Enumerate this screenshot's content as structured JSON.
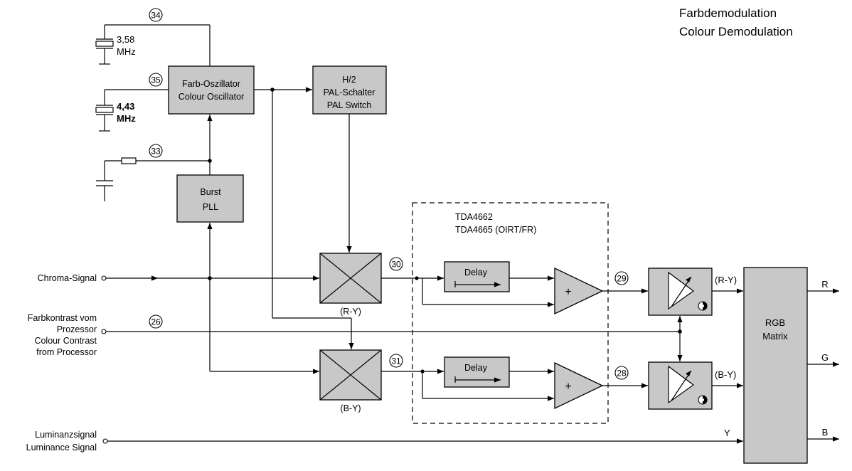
{
  "title": {
    "line1": "Farbdemodulation",
    "line2": "Colour Demodulation"
  },
  "blocks": {
    "oscillator": {
      "line1": "Farb-Oszillator",
      "line2": "Colour Oscillator"
    },
    "pal": {
      "line1": "H/2",
      "line2": "PAL-Schalter",
      "line3": "PAL Switch"
    },
    "burst": {
      "line1": "Burst",
      "line2": "PLL"
    },
    "delay_top": "Delay",
    "delay_bottom": "Delay",
    "adder_top": "+",
    "adder_bottom": "+",
    "matrix": {
      "line1": "RGB",
      "line2": "Matrix"
    }
  },
  "chip": {
    "line1": "TDA4662",
    "line2": "TDA4665 (OIRT/FR)"
  },
  "pins": {
    "p34": "34",
    "p35": "35",
    "p33": "33",
    "p30": "30",
    "p31": "31",
    "p29": "29",
    "p28": "28",
    "p26": "26"
  },
  "crystals": {
    "x1": {
      "freq": "3,58",
      "unit": "MHz"
    },
    "x2": {
      "freq": "4,43",
      "unit": "MHz"
    }
  },
  "labels": {
    "ry_mixer": "(R-Y)",
    "by_mixer": "(B-Y)",
    "ry_out": "(R-Y)",
    "by_out": "(B-Y)",
    "y_in": "Y",
    "r_out": "R",
    "g_out": "G",
    "b_out": "B"
  },
  "inputs": {
    "chroma": "Chroma-Signal",
    "contrast": {
      "line1": "Farbkontrast vom",
      "line2": "Prozessor",
      "line3": "Colour Contrast",
      "line4": "from Processor"
    },
    "luminance": {
      "line1": "Luminanzsignal",
      "line2": "Luminance Signal"
    }
  }
}
